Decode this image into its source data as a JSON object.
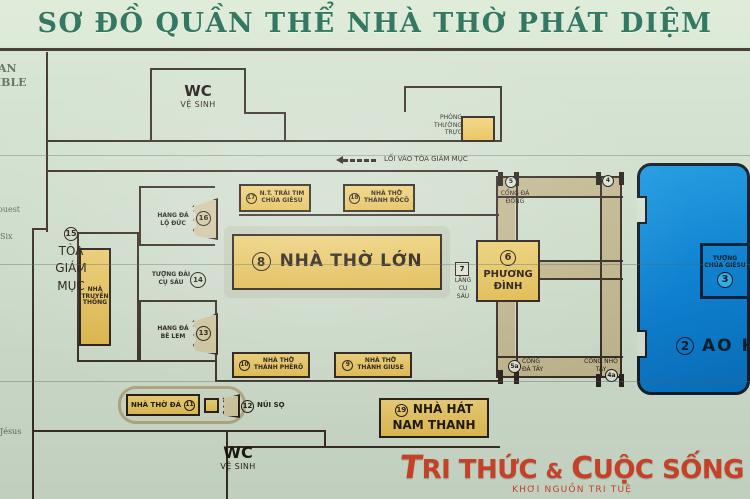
{
  "title": "SƠ ĐỒ QUẦN THỂ NHÀ THỜ PHÁT DIỆM",
  "watermark": {
    "main_1": "RI THỨC",
    "amp": "&",
    "main_2": "UỘC SỐNG",
    "mark_t": "T",
    "mark_c": "C",
    "tagline": "KHƠI NGUỒN TRI TUỆ"
  },
  "buildings": [
    {
      "id": "main-church",
      "num": "8",
      "name": "NHÀ THỜ LỚN"
    },
    {
      "id": "phuong-dinh",
      "num": "6",
      "line1": "PHƯƠNG",
      "line2": "ĐÌNH"
    },
    {
      "id": "trai-tim",
      "num": "17",
      "line1": "N.T. TRÁI TIM",
      "line2": "CHÚA GIÊSU"
    },
    {
      "id": "thanh-roco",
      "num": "18",
      "line1": "NHÀ THỜ",
      "line2": "THÁNH RÔCÔ"
    },
    {
      "id": "thanh-phero",
      "num": "10",
      "line1": "NHÀ THỜ",
      "line2": "THÁNH PHÊRÔ"
    },
    {
      "id": "thanh-giuse",
      "num": "9",
      "line1": "NHÀ THỜ",
      "line2": "THÁNH GIUSE"
    },
    {
      "id": "nha-hat",
      "num": "19",
      "line1": "NHÀ HÁT",
      "line2": "NAM THANH"
    },
    {
      "id": "nha-tho-da",
      "num": "11",
      "name": "NHÀ THỜ ĐÁ"
    },
    {
      "id": "nha-truyen-thong",
      "line1": "NHÀ",
      "line2": "TRUYỀN",
      "line3": "THỐNG"
    },
    {
      "id": "phong-thuong-truc",
      "line1": "PHÒNG",
      "line2": "THƯỜNG",
      "line3": "TRỰC"
    }
  ],
  "landmarks": [
    {
      "id": "toa-giam-muc",
      "num": "15",
      "line1": "TÒA",
      "line2": "GIÁM",
      "line3": "MỤC"
    },
    {
      "id": "hang-da-lo-duc",
      "num": "16",
      "line1": "HANG ĐÁ",
      "line2": "LỘ ĐỨC"
    },
    {
      "id": "hang-da-be-lem",
      "num": "13",
      "line1": "HANG ĐÁ",
      "line2": "BÊ LEM"
    },
    {
      "id": "tuong-dai-cu-sau",
      "num": "14",
      "line1": "TƯỢNG ĐÀI",
      "line2": "CỤ SÁU"
    },
    {
      "id": "lang-cu-sau",
      "num": "7",
      "line1": "LĂNG",
      "line2": "CỤ",
      "line3": "SÁU"
    },
    {
      "id": "nui-so",
      "num": "12",
      "name": "NÚI SỌ"
    },
    {
      "id": "tuong-chua-giesu",
      "num": "3",
      "line1": "TƯỢNG",
      "line2": "CHÚA GIÊSU"
    },
    {
      "id": "ao-ho",
      "num": "2",
      "name": "AO H"
    }
  ],
  "gates": [
    {
      "id": "cong-da-dong",
      "num": "5",
      "line1": "CỔNG ĐÁ",
      "line2": "ĐÔNG"
    },
    {
      "id": "cong-da-tay",
      "num": "5a",
      "line1": "CỔNG",
      "line2": "ĐÁ TÂY"
    },
    {
      "id": "cong-nho-tay",
      "num": "4a",
      "line1": "CỔNG NHỎ",
      "line2": "TÂY"
    },
    {
      "id": "gate-4",
      "num": "4",
      "line1": "",
      "line2": ""
    }
  ],
  "facilities": [
    {
      "id": "wc-top",
      "code": "WC",
      "sub": "VỆ SINH"
    },
    {
      "id": "wc-bottom",
      "code": "WC",
      "sub": "VỆ SINH"
    }
  ],
  "notes": {
    "entrance": "LỐI VÀO TÒA GIÁM MỤC"
  },
  "edge_text": {
    "l1": "AN",
    "l2": "IBLE",
    "l3": "ouest",
    "l4": "Six",
    "l5": "Jésus"
  },
  "colors": {
    "board": "#d7e6d4",
    "title": "#1f6b52",
    "building": "#edc556",
    "ink": "#2b2118",
    "water": "#0f86da",
    "watermark": "#d9482c",
    "path": "#c9bf96"
  }
}
